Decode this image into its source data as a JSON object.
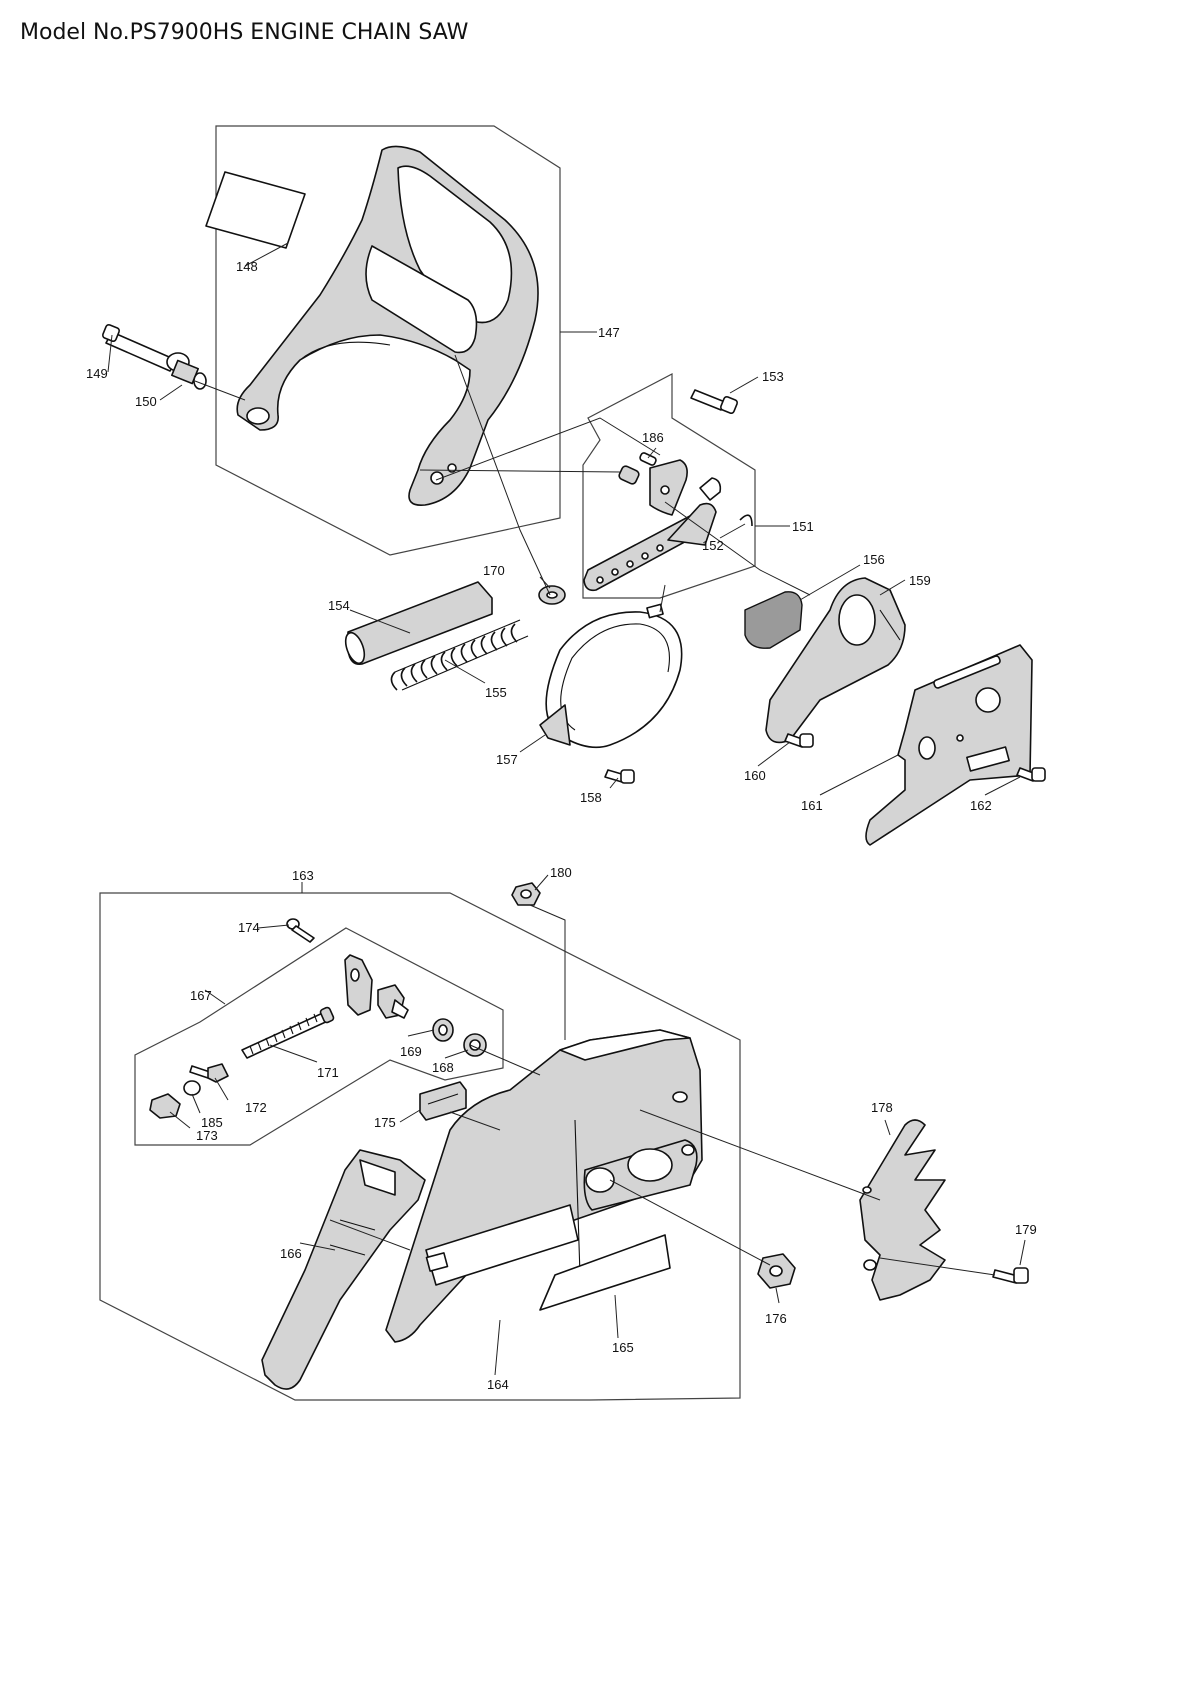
{
  "title": "Model No.PS7900HS ENGINE CHAIN SAW",
  "parts": [
    {
      "key": "p147",
      "no": "147"
    },
    {
      "key": "p148",
      "no": "148"
    },
    {
      "key": "p149",
      "no": "149"
    },
    {
      "key": "p150",
      "no": "150"
    },
    {
      "key": "p151",
      "no": "151"
    },
    {
      "key": "p152",
      "no": "152"
    },
    {
      "key": "p153",
      "no": "153"
    },
    {
      "key": "p154",
      "no": "154"
    },
    {
      "key": "p155",
      "no": "155"
    },
    {
      "key": "p156",
      "no": "156"
    },
    {
      "key": "p157",
      "no": "157"
    },
    {
      "key": "p158",
      "no": "158"
    },
    {
      "key": "p159",
      "no": "159"
    },
    {
      "key": "p160",
      "no": "160"
    },
    {
      "key": "p161",
      "no": "161"
    },
    {
      "key": "p162",
      "no": "162"
    },
    {
      "key": "p163",
      "no": "163"
    },
    {
      "key": "p164",
      "no": "164"
    },
    {
      "key": "p165",
      "no": "165"
    },
    {
      "key": "p166",
      "no": "166"
    },
    {
      "key": "p167",
      "no": "167"
    },
    {
      "key": "p168",
      "no": "168"
    },
    {
      "key": "p169",
      "no": "169"
    },
    {
      "key": "p170",
      "no": "170"
    },
    {
      "key": "p171",
      "no": "171"
    },
    {
      "key": "p172",
      "no": "172"
    },
    {
      "key": "p173",
      "no": "173"
    },
    {
      "key": "p174",
      "no": "174"
    },
    {
      "key": "p175",
      "no": "175"
    },
    {
      "key": "p176",
      "no": "176"
    },
    {
      "key": "p178",
      "no": "178"
    },
    {
      "key": "p179",
      "no": "179"
    },
    {
      "key": "p180",
      "no": "180"
    },
    {
      "key": "p185",
      "no": "185"
    },
    {
      "key": "p186",
      "no": "186"
    }
  ]
}
